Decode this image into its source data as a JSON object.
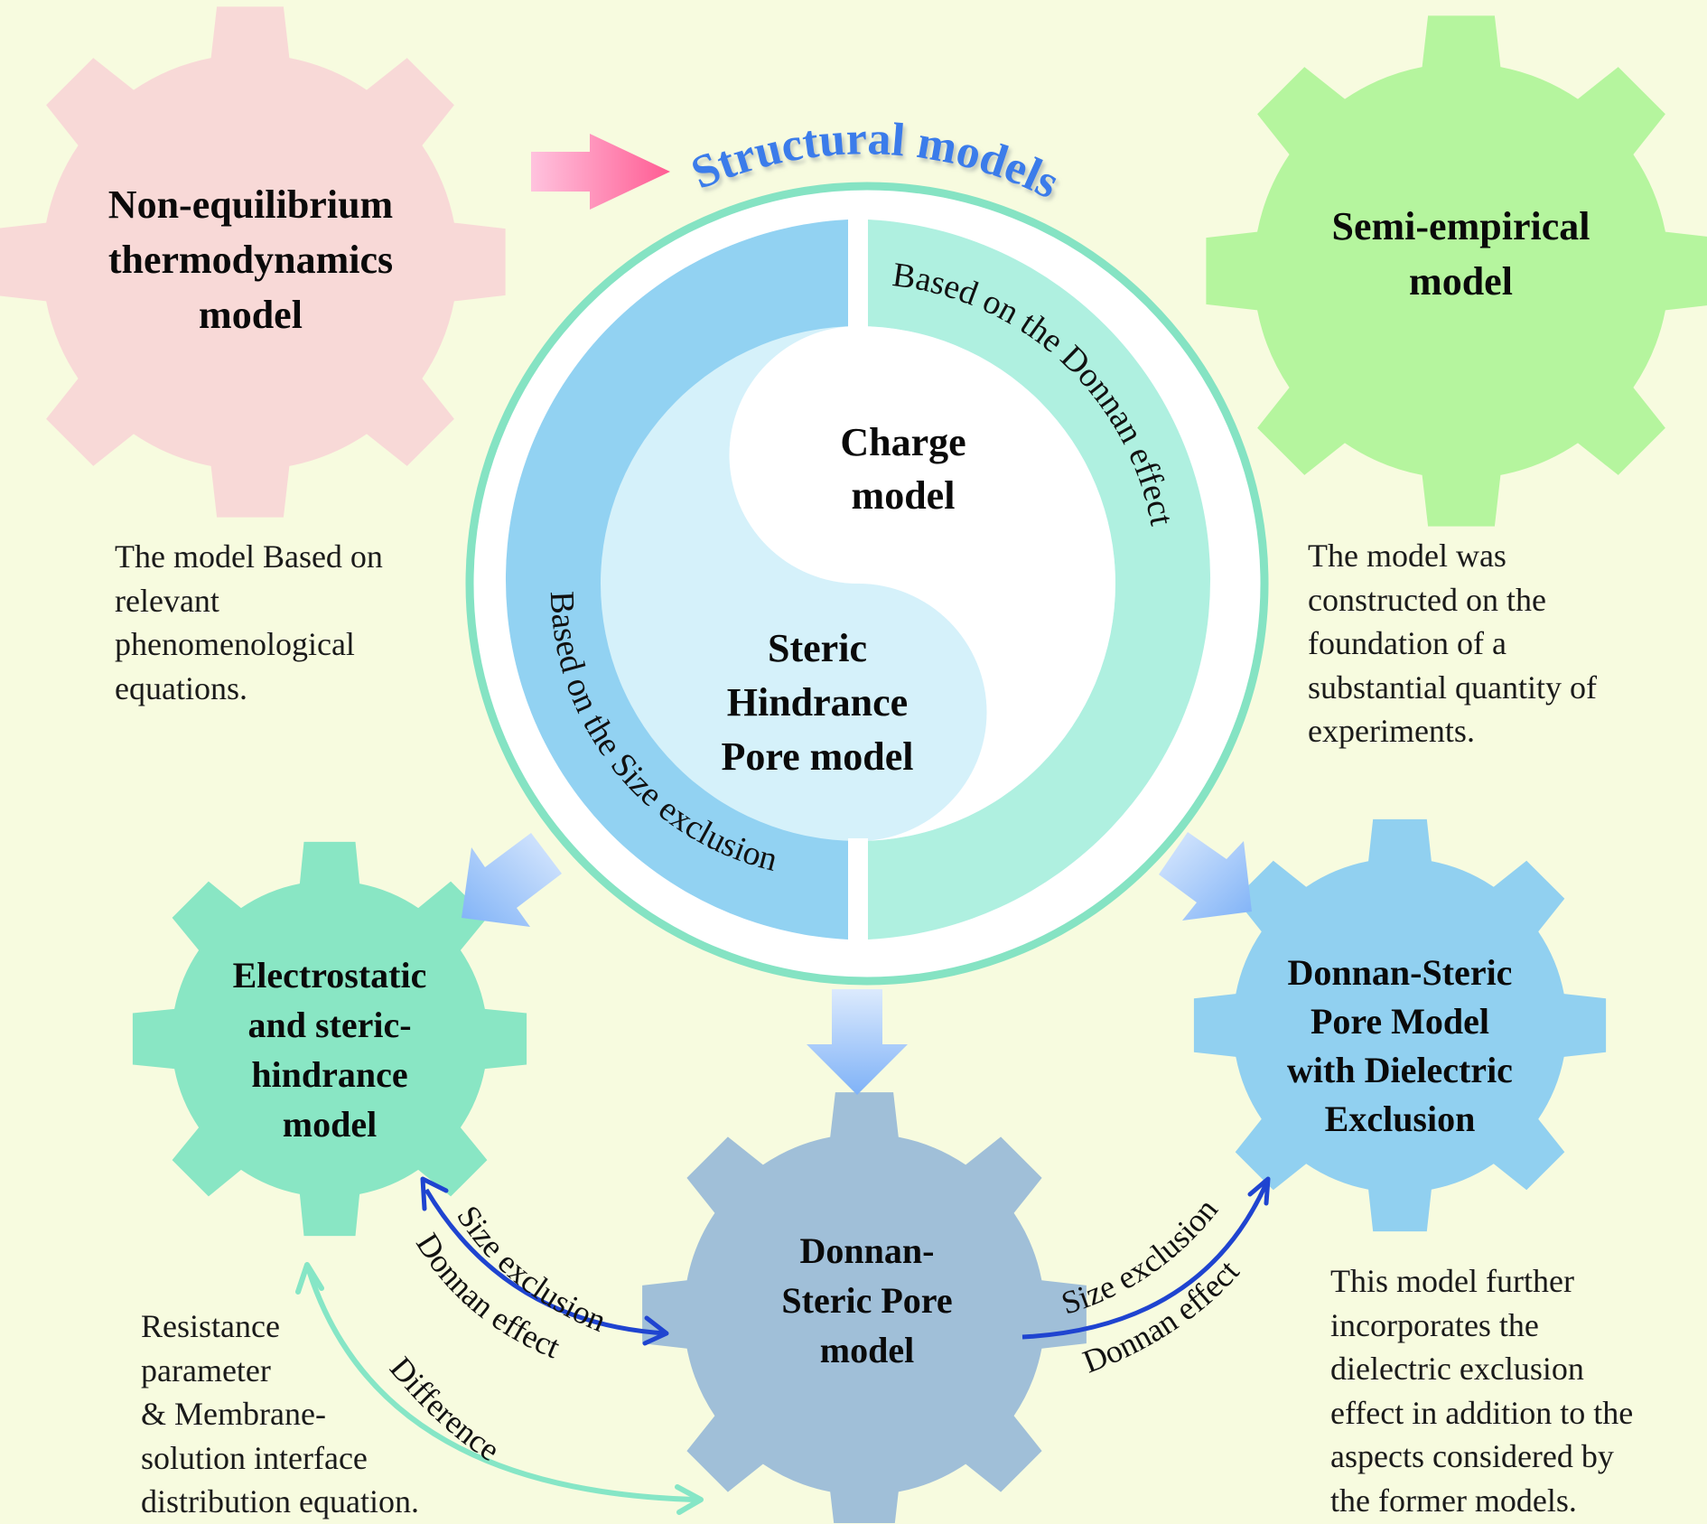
{
  "title": "Structural models",
  "colors": {
    "background": "#f7fbdf",
    "gear_nonequilibrium": "#f8d9d7",
    "gear_semiempirical": "#b5f59e",
    "gear_electrostatic": "#89e6c4",
    "gear_donnan_steric": "#a0bfd8",
    "gear_dielectric": "#91d0f0",
    "ring_outline": "#85e3c3",
    "band_size_exclusion": "#92d2f2",
    "band_donnan": "#aff0e0",
    "yin_light": "#d5f1fa",
    "yang_white": "#ffffff",
    "title_blue": "#3b7bea",
    "arrow_pink": "#ff5c93",
    "arrow_blue": "#6fa8f5",
    "curve_blue": "#1f44d0",
    "curve_teal": "#86e6c6"
  },
  "gears": {
    "nonequilibrium": {
      "label": "Non-equilibrium\nthermodynamics\nmodel"
    },
    "semiempirical": {
      "label": "Semi-empirical\nmodel"
    },
    "electrostatic": {
      "label": "Electrostatic\nand steric-\nhindrance\nmodel"
    },
    "donnan_steric": {
      "label": "Donnan-\nSteric Pore\nmodel"
    },
    "dielectric": {
      "label": "Donnan-Steric\nPore Model\nwith Dielectric\nExclusion"
    }
  },
  "center": {
    "charge_model": "Charge\nmodel",
    "steric_model": "Steric\nHindrance\nPore model",
    "band_left_label": "Based on the Size exclusion",
    "band_right_label": "Based on the Donnan effect"
  },
  "descriptions": {
    "nonequilibrium": "The model Based on\nrelevant\nphenomenological\nequations.",
    "semiempirical": "The model was\nconstructed on the\nfoundation of a\nsubstantial quantity of\nexperiments.",
    "electrostatic": "Resistance\nparameter\n& Membrane-\nsolution interface\ndistribution equation.",
    "dielectric": "This model further\nincorporates the\ndielectric exclusion\neffect in addition to the\naspects considered by\nthe former models."
  },
  "connectors": {
    "left_upper": "Size exclusion",
    "left_lower": "Donnan effect",
    "difference": "Difference",
    "right_upper": "Size exclusion",
    "right_lower": "Donnan effect"
  }
}
